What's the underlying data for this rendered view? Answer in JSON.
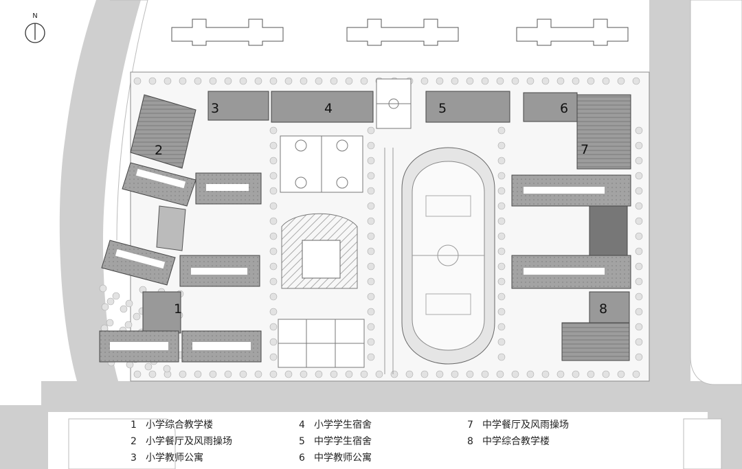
{
  "north": {
    "label": "N"
  },
  "buildings": [
    {
      "num": "1"
    },
    {
      "num": "2"
    },
    {
      "num": "3"
    },
    {
      "num": "4"
    },
    {
      "num": "5"
    },
    {
      "num": "6"
    },
    {
      "num": "7"
    },
    {
      "num": "8"
    }
  ],
  "legend": [
    {
      "num": "1",
      "text": "小学综合教学楼"
    },
    {
      "num": "2",
      "text": "小学餐厅及风雨操场"
    },
    {
      "num": "3",
      "text": "小学教师公寓"
    },
    {
      "num": "4",
      "text": "小学学生宿舍"
    },
    {
      "num": "5",
      "text": "中学学生宿舍"
    },
    {
      "num": "6",
      "text": "中学教师公寓"
    },
    {
      "num": "7",
      "text": "中学餐厅及风雨操场"
    },
    {
      "num": "8",
      "text": "中学综合教学楼"
    }
  ],
  "colors": {
    "road": "#c9c9c9",
    "building": "#9a9a9a",
    "building_dark": "#5a5a5a",
    "site": "#f4f4f4",
    "tree": "#d8d8d8"
  }
}
